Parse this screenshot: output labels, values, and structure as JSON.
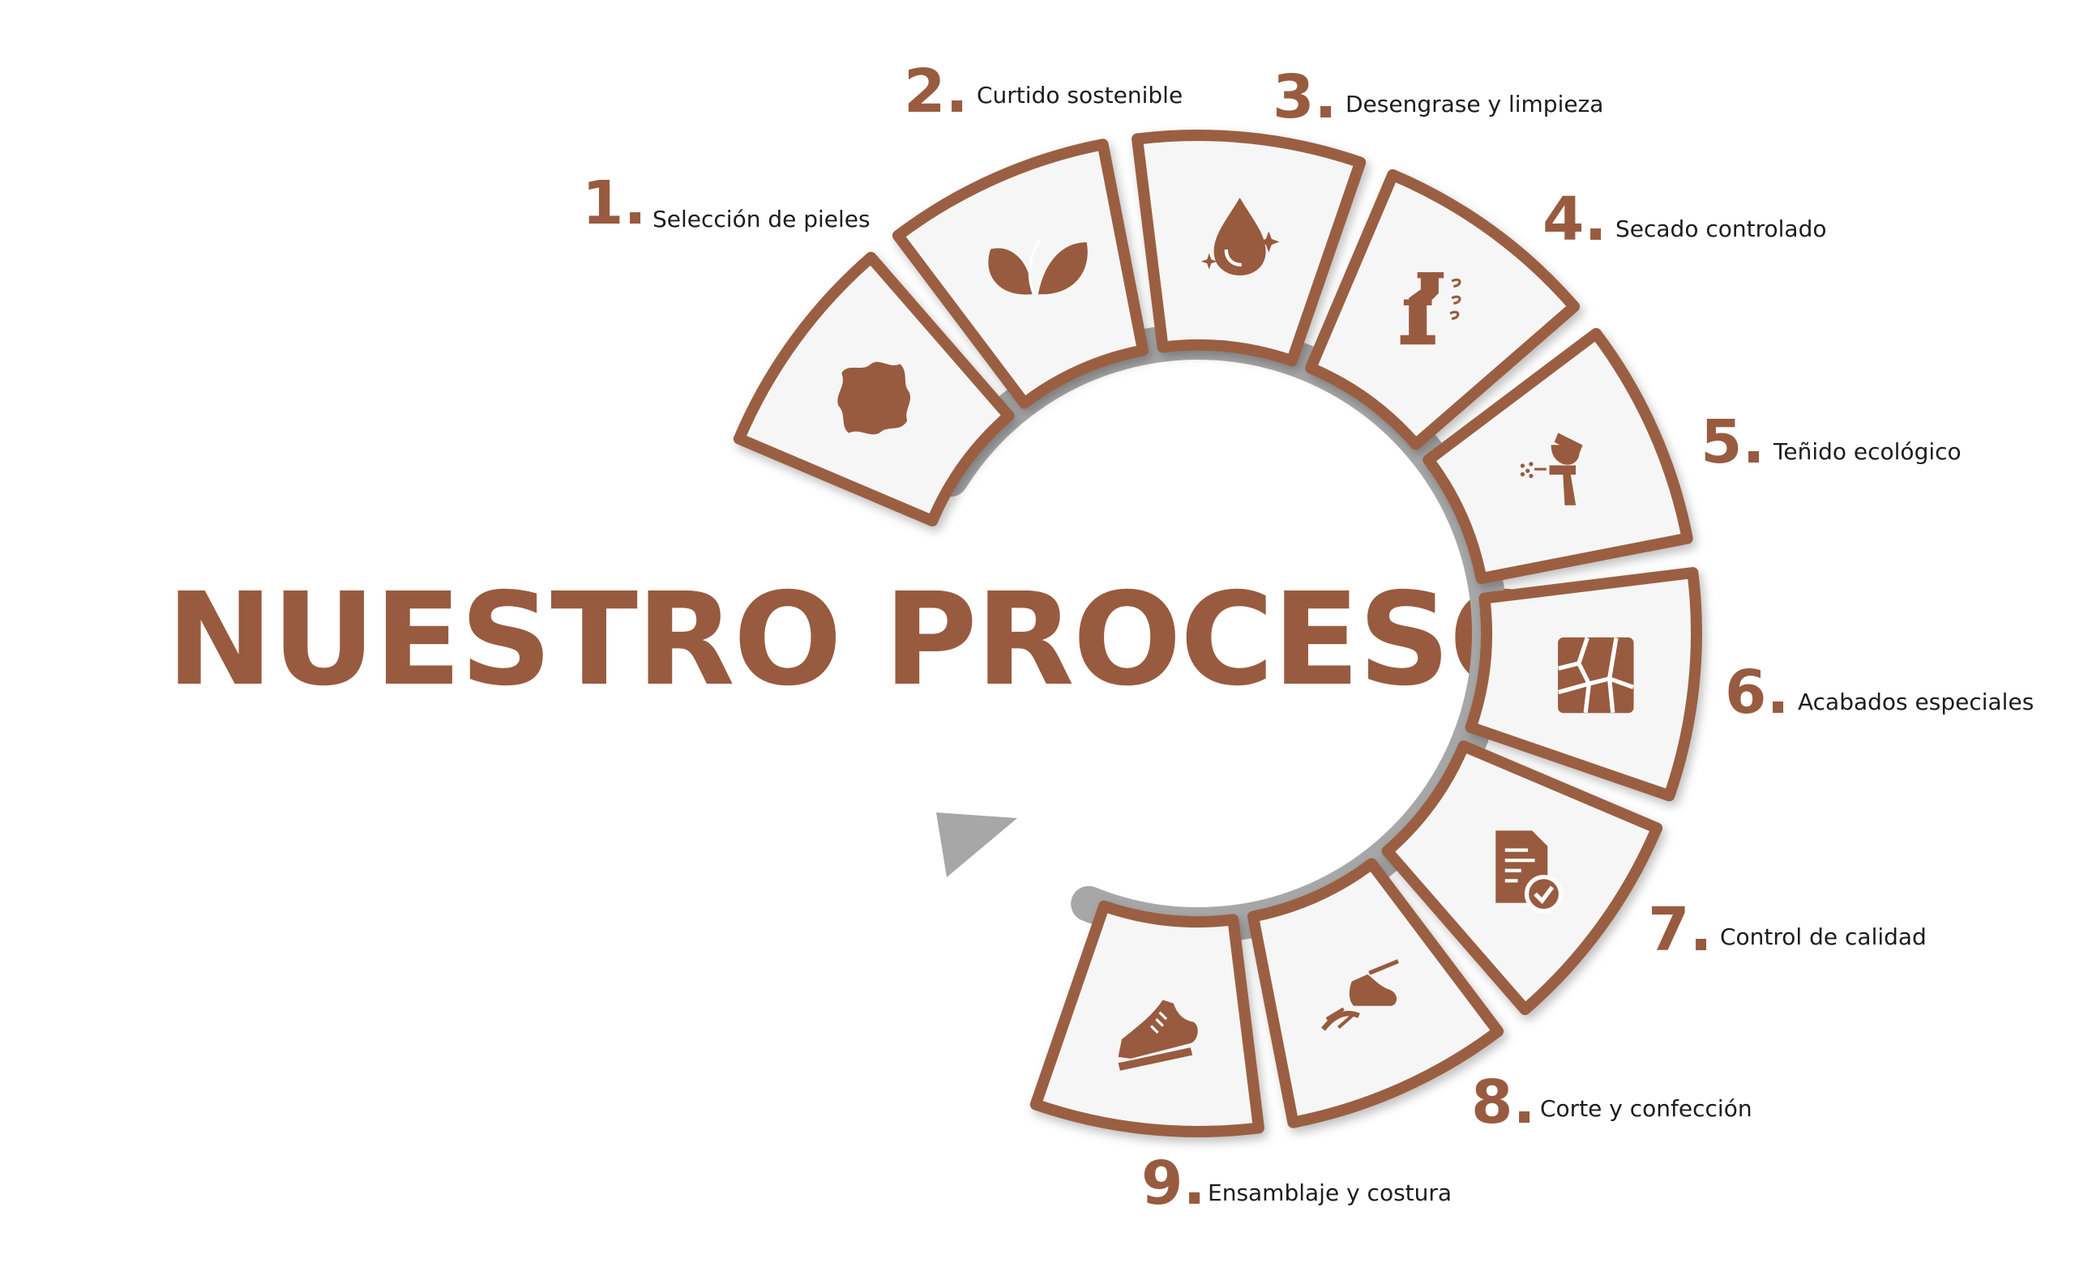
{
  "title": "NUESTRO PROCESO",
  "colors": {
    "accent": "#985b3f",
    "border": "#9a5e43",
    "tile": "#f6f6f6",
    "arrow": "#a7a7a7",
    "text": "#1c1c1c"
  },
  "steps": [
    {
      "number": "1.",
      "label": "Selección de pieles",
      "icon": "leather-hide-icon"
    },
    {
      "number": "2.",
      "label": "Curtido sostenible",
      "icon": "leaves-icon"
    },
    {
      "number": "3.",
      "label": "Desengrase y limpieza",
      "icon": "water-drop-icon"
    },
    {
      "number": "4.",
      "label": "Secado controlado",
      "icon": "air-duct-icon"
    },
    {
      "number": "5.",
      "label": "Teñido ecológico",
      "icon": "spray-gun-icon"
    },
    {
      "number": "6.",
      "label": "Acabados especiales",
      "icon": "stone-texture-icon"
    },
    {
      "number": "7.",
      "label": "Control de calidad",
      "icon": "checked-document-icon"
    },
    {
      "number": "8.",
      "label": "Corte y confección",
      "icon": "cutting-shoe-icon"
    },
    {
      "number": "9.",
      "label": "Ensamblaje y costura",
      "icon": "shoe-icon"
    }
  ]
}
